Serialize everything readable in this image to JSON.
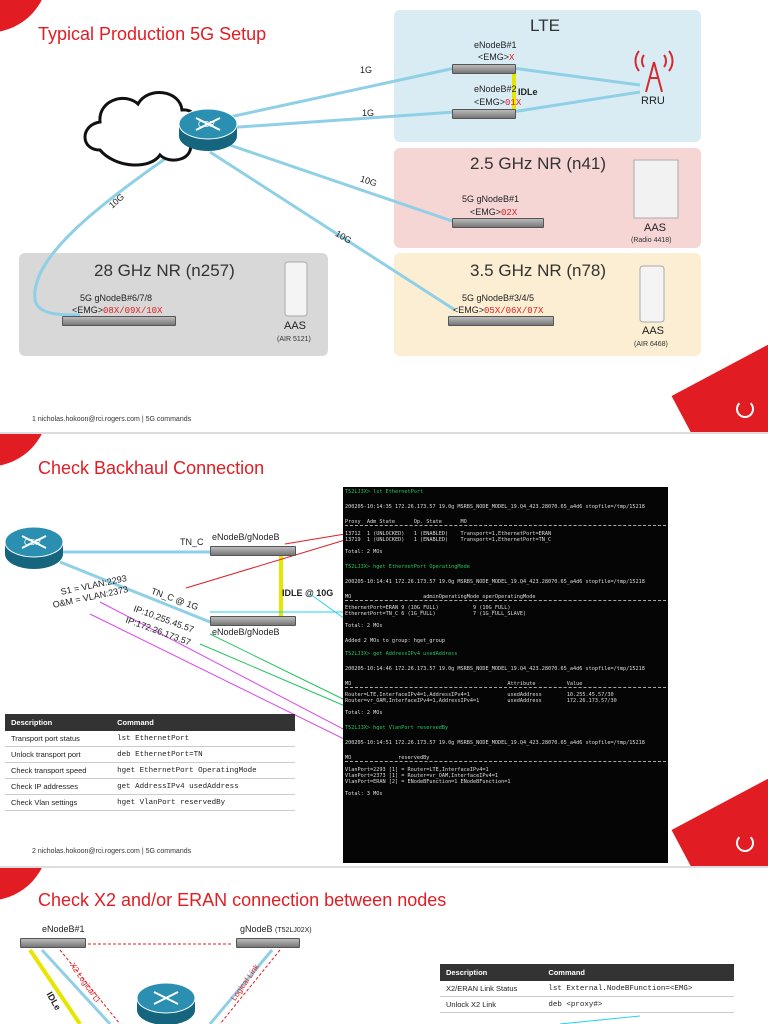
{
  "slide1": {
    "title": "Typical Production 5G Setup",
    "footer": "1     nicholas.hokoon@rci.rogers.com | 5G commands",
    "router_label": "CSR",
    "links": {
      "l1": "1G",
      "l2": "1G",
      "l3": "10G",
      "l4": "10G",
      "l5": "10G"
    },
    "lte": {
      "title": "LTE",
      "enb1": "eNodeB#1",
      "enb1_emg": "<EMG>",
      "enb1_x": "X",
      "enb2": "eNodeB#2",
      "enb2_emg": "<EMG>",
      "enb2_x": "01X",
      "idle": "IDLe",
      "rru": "RRU"
    },
    "n41": {
      "title": "2.5 GHz NR (n41)",
      "gnb": "5G gNodeB#1",
      "emg": "<EMG>",
      "x": "02X",
      "aas": "AAS",
      "radio": "(Radio 4418)"
    },
    "n257": {
      "title": "28 GHz NR (n257)",
      "gnb": "5G gNodeB#6/7/8",
      "emg": "<EMG>",
      "x": "08X/09X/10X",
      "aas": "AAS",
      "radio": "(AIR 5121)"
    },
    "n78": {
      "title": "3.5 GHz NR (n78)",
      "gnb": "5G gNodeB#3/4/5",
      "emg": "<EMG>",
      "x": "05X/06X/07X",
      "aas": "AAS",
      "radio": "(AIR 6468)"
    }
  },
  "slide2": {
    "title": "Check Backhaul Connection",
    "footer": "2     nicholas.hokoon@rci.rogers.com | 5G commands",
    "router_label": "CSR",
    "tn_c": "TN_C",
    "node_top": "eNodeB/gNodeB",
    "node_bot": "eNodeB/gNodeB",
    "tn_c_1g": "TN_C @ 1G",
    "idle": "IDLE @ 10G",
    "s1": "S1 = VLAN:2293",
    "om": "O&M = VLAN:2373",
    "ip1": "IP:10.255.45.57",
    "ip2": "IP:172.26.173.57",
    "terminal": [
      {
        "t": "T52LJ3X> lst EthernetPort",
        "p": true
      },
      {
        "t": "200205-10:14:35 172.26.173.57 19.0g MSRBS_NODE_MODEL_19.Q4_423.28070.65_a4d6 stopfile=/tmp/15218"
      },
      {
        "t": "Proxy  Adm State      Op. State      MO"
      },
      {
        "t": "13712  1 (UNLOCKED)   1 (ENABLED)    Transport=1,EthernetPort=ERAN"
      },
      {
        "t": "13719  1 (UNLOCKED)   1 (ENABLED)    Transport=1,EthernetPort=TN_C"
      },
      {
        "t": "Total: 2 MOs"
      },
      {
        "t": "T52LJ3X> hget EthernetPort OperatingMode",
        "p": true
      },
      {
        "t": "200205-10:14:41 172.26.173.57 19.0g MSRBS_NODE_MODEL_19.Q4_423.28070.65_a4d6 stopfile=/tmp/15218"
      },
      {
        "t": "MO                       adminOperatingMode operOperatingMode"
      },
      {
        "t": "EthernetPort=ERAN 9 (10G_FULL)           9 (10G_FULL)"
      },
      {
        "t": "EthernetPort=TN_C 6 (1G_FULL)            7 (1G_FULL_SLAVE)"
      },
      {
        "t": "Total: 2 MOs"
      },
      {
        "t": "Added 2 MOs to group: hget_group"
      },
      {
        "t": "T52LJ3X> get AddressIPv4 usedAddress",
        "p": true
      },
      {
        "t": "200205-10:14:46 172.26.173.57 19.0g MSRBS_NODE_MODEL_19.Q4_423.28070.65_a4d6 stopfile=/tmp/15218"
      },
      {
        "t": "MO                                                  Attribute          Value"
      },
      {
        "t": "Router=LTE,InterfaceIPv4=1,AddressIPv4=1            usedAddress        10.255.45.57/30"
      },
      {
        "t": "Router=vr_OAM,InterfaceIPv4=1,AddressIPv4=1         usedAddress        172.26.173.57/30"
      },
      {
        "t": "Total: 2 MOs"
      },
      {
        "t": "T52LJ3X> hget VlanPort reservedBy",
        "p": true
      },
      {
        "t": "200205-10:14:51 172.26.173.57 19.0g MSRBS_NODE_MODEL_19.Q4_423.28070.65_a4d6 stopfile=/tmp/15218"
      },
      {
        "t": "MO               reservedBy"
      },
      {
        "t": "VlanPort=2293 [1] = Router=LTE,InterfaceIPv4=1"
      },
      {
        "t": "VlanPort=2373 [1] = Router=vr_OAM,InterfaceIPv4=1"
      },
      {
        "t": "VlanPort=ERAN [2] = ENodeBFunction=1 ENodeBFunction=1"
      },
      {
        "t": "Total: 3 MOs"
      }
    ],
    "table": {
      "headers": [
        "Description",
        "Command"
      ],
      "rows": [
        [
          "Transport port status",
          "lst EthernetPort"
        ],
        [
          "Unlock transport port",
          "deb EthernetPort=TN"
        ],
        [
          "Check transport speed",
          "hget EthernetPort OperatingMode"
        ],
        [
          "Check IP addresses",
          "get AddressIPv4 usedAddress"
        ],
        [
          "Check Vlan settings",
          "hget VlanPort reservedBy"
        ]
      ]
    }
  },
  "slide3": {
    "title": "Check X2 and/or ERAN connection between nodes",
    "enb": "eNodeB#1",
    "gnb": "gNodeB",
    "gnb_id": "(T52LJ02X)",
    "x2_left": "X2 Logical Li",
    "x2_right": "Logical Link",
    "idle": "IDLe",
    "table": {
      "headers": [
        "Description",
        "Command"
      ],
      "rows": [
        [
          "X2/ERAN Link Status",
          "lst External.NodeBFunction=<EMG>"
        ],
        [
          "Unlock X2 Link",
          "deb <proxy#>"
        ]
      ]
    }
  }
}
